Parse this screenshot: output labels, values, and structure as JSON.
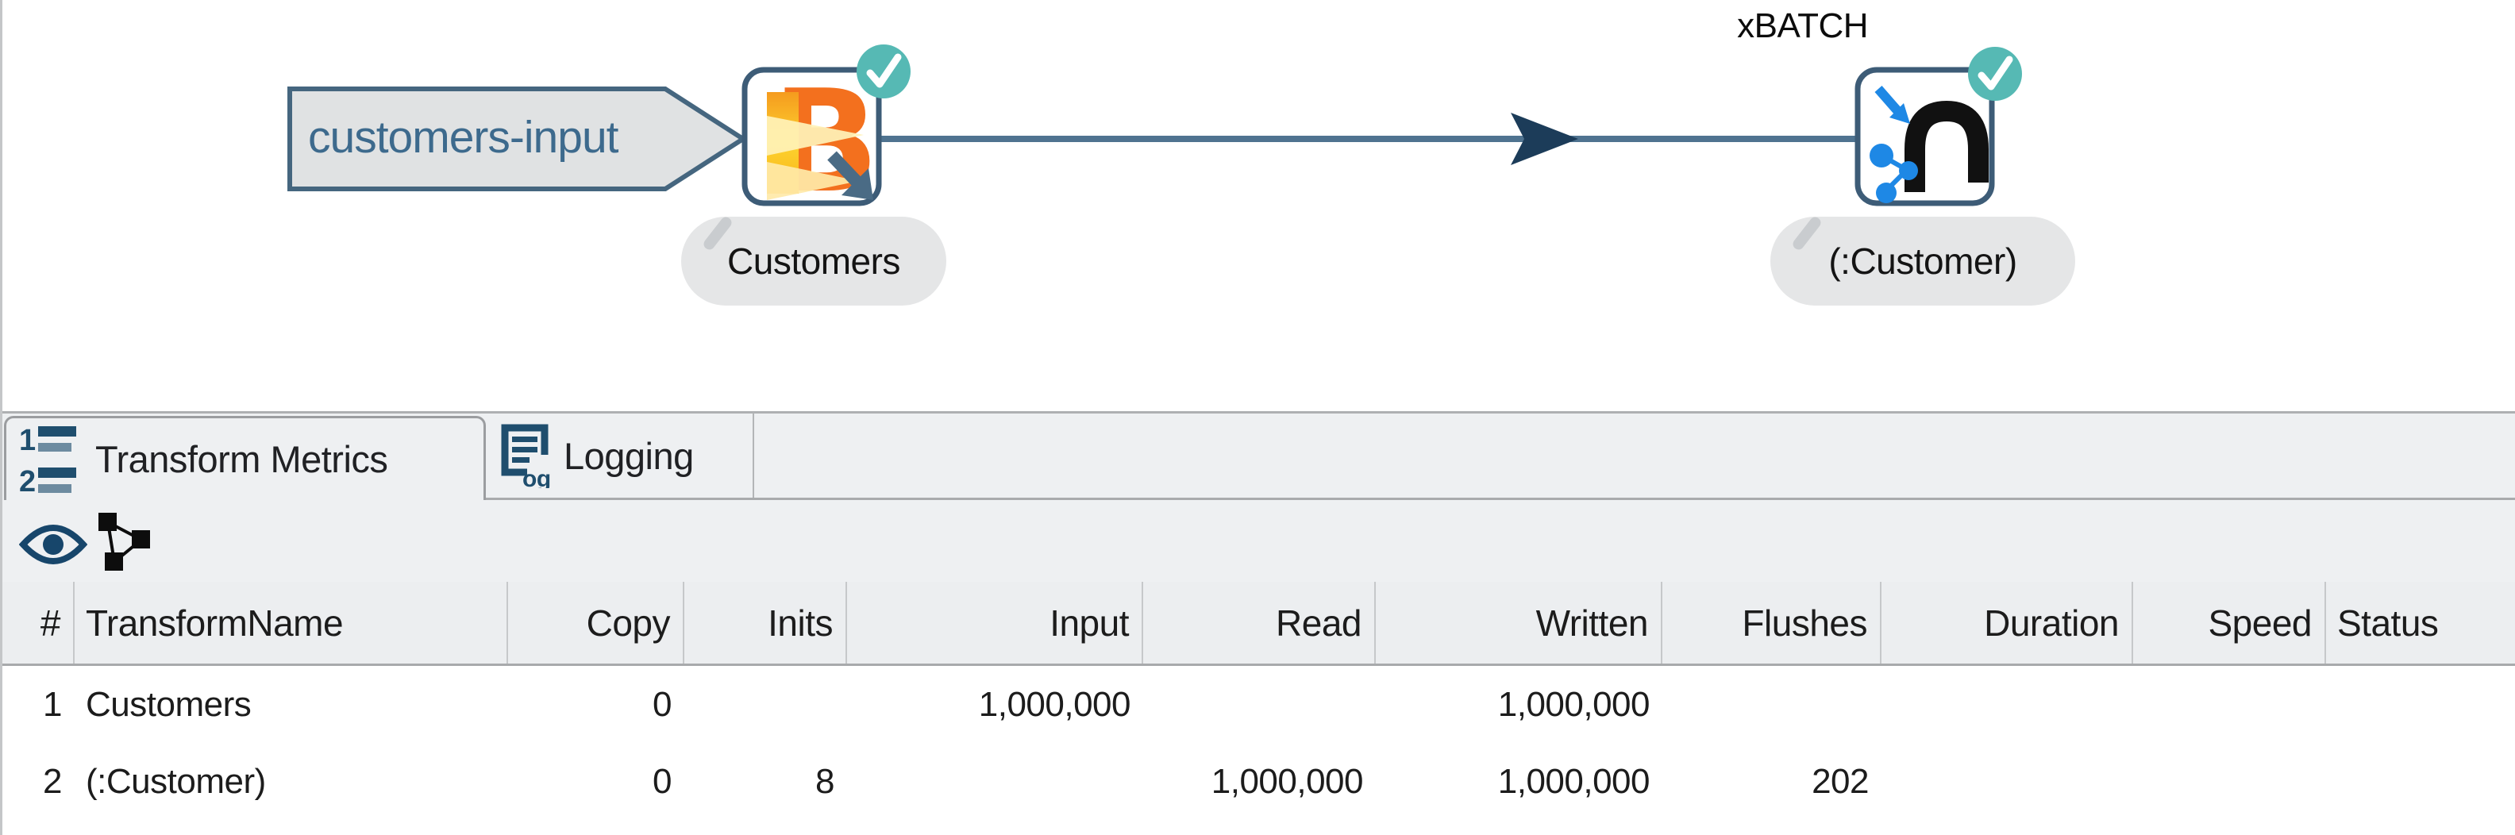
{
  "canvas": {
    "input_flag": {
      "label": "customers-input"
    },
    "hop": {
      "from": "Customers",
      "to": "(:Customer)"
    },
    "nodes": [
      {
        "label": "Customers",
        "icon": "beam-b-icon",
        "status": "success-check"
      },
      {
        "label": "(:Customer)",
        "icon": "neo4j-icon",
        "status": "success-check",
        "annotation": "xBATCH"
      }
    ]
  },
  "tabs": [
    {
      "label": "Transform Metrics",
      "icon": "numbered-list-icon",
      "active": true
    },
    {
      "label": "Logging",
      "icon": "log-icon",
      "active": false
    }
  ],
  "toolbar": {
    "icons": [
      "eye-icon",
      "graph-icon"
    ]
  },
  "metrics_table": {
    "columns": [
      "#",
      "TransformName",
      "Copy",
      "Inits",
      "Input",
      "Read",
      "Written",
      "Flushes",
      "Duration",
      "Speed",
      "Status"
    ],
    "rows": [
      [
        "1",
        "Customers",
        "0",
        "",
        "1,000,000",
        "",
        "1,000,000",
        "",
        "",
        "",
        ""
      ],
      [
        "2",
        "(:Customer)",
        "0",
        "8",
        "",
        "1,000,000",
        "1,000,000",
        "202",
        "",
        "",
        ""
      ]
    ]
  },
  "colors": {
    "accent_teal": "#56b9b4",
    "slate": "#3d5c77",
    "hop_line": "#4f7390",
    "arrowhead": "#1c3c59",
    "beam_orange": "#f3701e",
    "beam_yellow": "#fdc928",
    "neo4j_blue": "#1e88e5",
    "icon_navy": "#1f4e6e",
    "panel_gray": "#eef0f2"
  }
}
